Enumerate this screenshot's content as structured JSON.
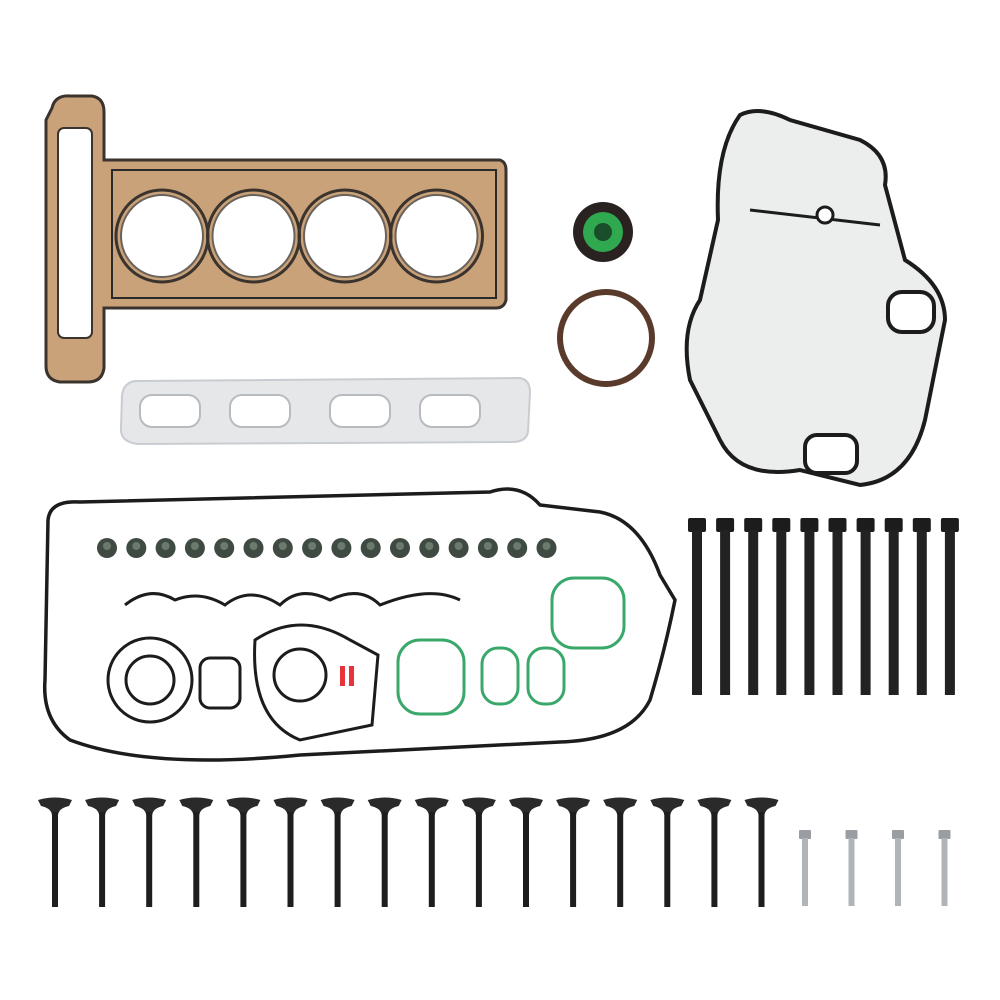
{
  "colors": {
    "background": "#ffffff",
    "head_gasket": "#c9a27a",
    "head_gasket_edge": "#3a332e",
    "silver_gasket": "#e6e7e9",
    "rubber_black": "#1c1c1c",
    "seal_green": "#2fa84f",
    "o_ring_brown": "#5a3a2a",
    "green_gasket": "#3aa86a",
    "red_plug": "#e8323c",
    "bolt_steel": "#9a9ea3"
  },
  "components": {
    "valve_stem_seals": 16,
    "head_bolts": 10,
    "valves": 16,
    "small_bolts": 4,
    "head_gasket_bores": 4
  }
}
